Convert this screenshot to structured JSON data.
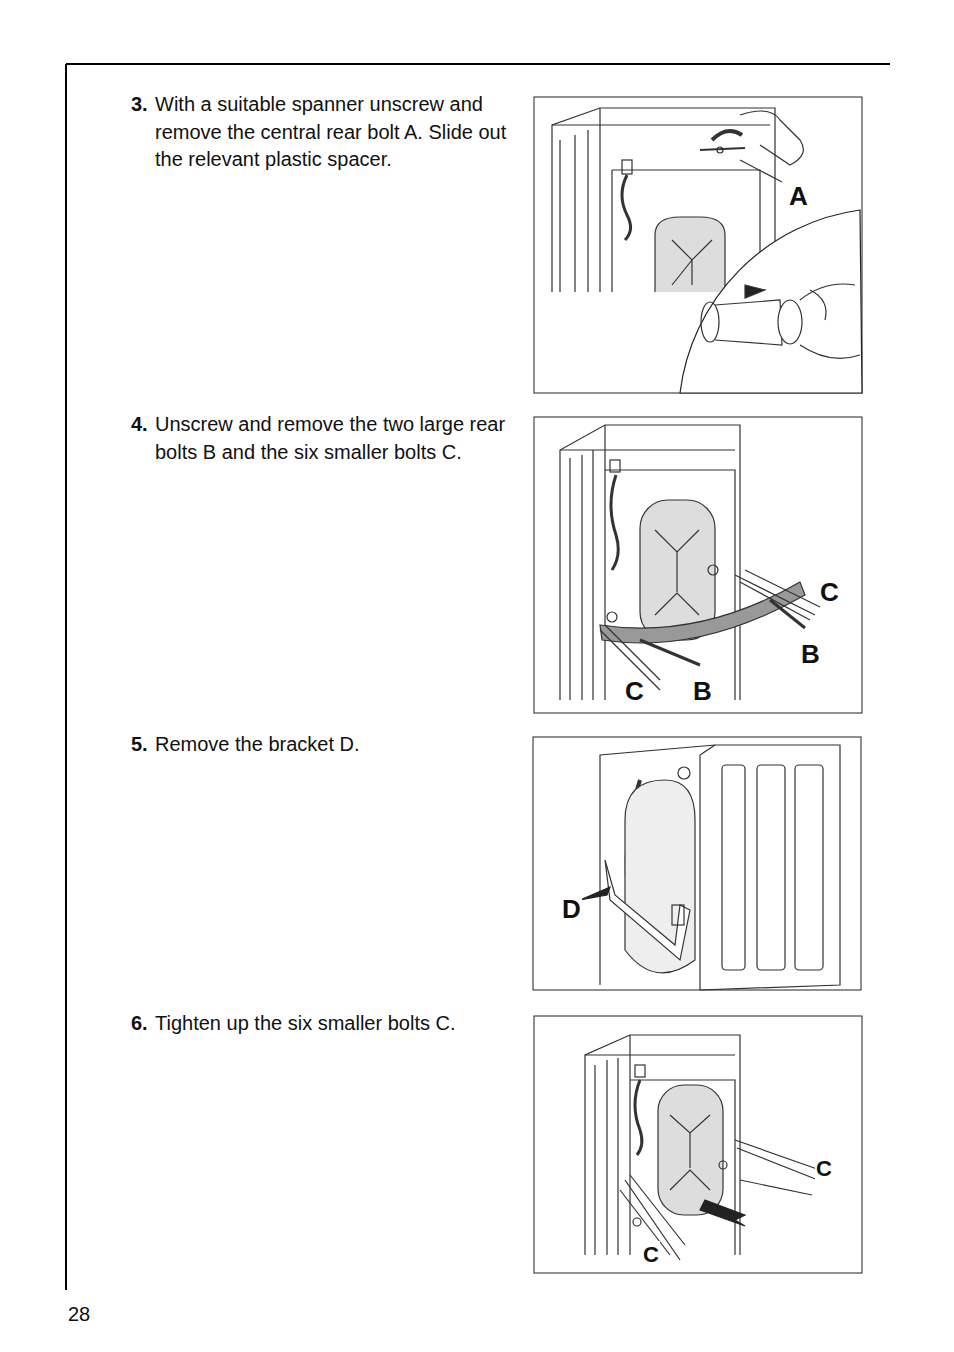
{
  "diagram": {
    "labels": [
      "3.",
      "With a suitable spanner unscrew and remove the central rear bolt A. Slide out the relevant plastic spacer.",
      "A",
      "4.",
      "Unscrew and remove the two large rear bolts B and the six smaller bolts C.",
      "C",
      "B",
      "C",
      "B",
      "5.",
      "Remove the bracket D.",
      "D",
      "6.",
      "Tighten up the six smaller bolts C.",
      "C",
      "C",
      "28"
    ]
  }
}
